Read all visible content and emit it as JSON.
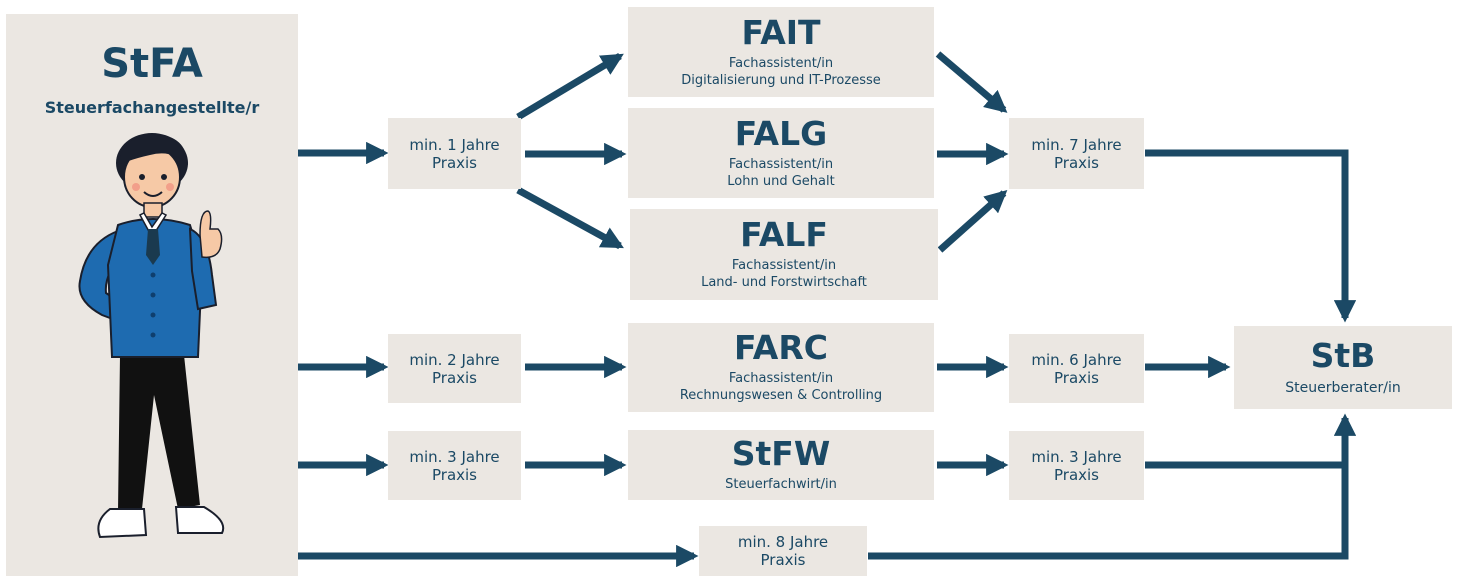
{
  "source": {
    "abbr": "StFA",
    "title": "Steuerfachangestellte/r"
  },
  "quals": {
    "fait": {
      "abbr": "FAIT",
      "line1": "Fachassistent/in",
      "line2": "Digitalisierung und IT-Prozesse"
    },
    "falg": {
      "abbr": "FALG",
      "line1": "Fachassistent/in",
      "line2": "Lohn und Gehalt"
    },
    "falf": {
      "abbr": "FALF",
      "line1": "Fachassistent/in",
      "line2": "Land- und Forstwirtschaft"
    },
    "farc": {
      "abbr": "FARC",
      "line1": "Fachassistent/in",
      "line2": "Rechnungswesen & Controlling"
    },
    "stfw": {
      "abbr": "StFW",
      "line1": "Steuerfachwirt/in"
    }
  },
  "target": {
    "abbr": "StB",
    "title": "Steuerberater/in"
  },
  "practice": {
    "p1": {
      "line1": "min. 1 Jahre",
      "line2": "Praxis"
    },
    "p2": {
      "line1": "min. 2 Jahre",
      "line2": "Praxis"
    },
    "p3": {
      "line1": "min. 3 Jahre",
      "line2": "Praxis"
    },
    "p7": {
      "line1": "min. 7 Jahre",
      "line2": "Praxis"
    },
    "p6": {
      "line1": "min. 6 Jahre",
      "line2": "Praxis"
    },
    "p3b": {
      "line1": "min. 3 Jahre",
      "line2": "Praxis"
    },
    "p8": {
      "line1": "min. 8 Jahre",
      "line2": "Praxis"
    }
  },
  "colors": {
    "arrow": "#1b4965",
    "box": "#ebe7e2",
    "text": "#1b4965"
  }
}
